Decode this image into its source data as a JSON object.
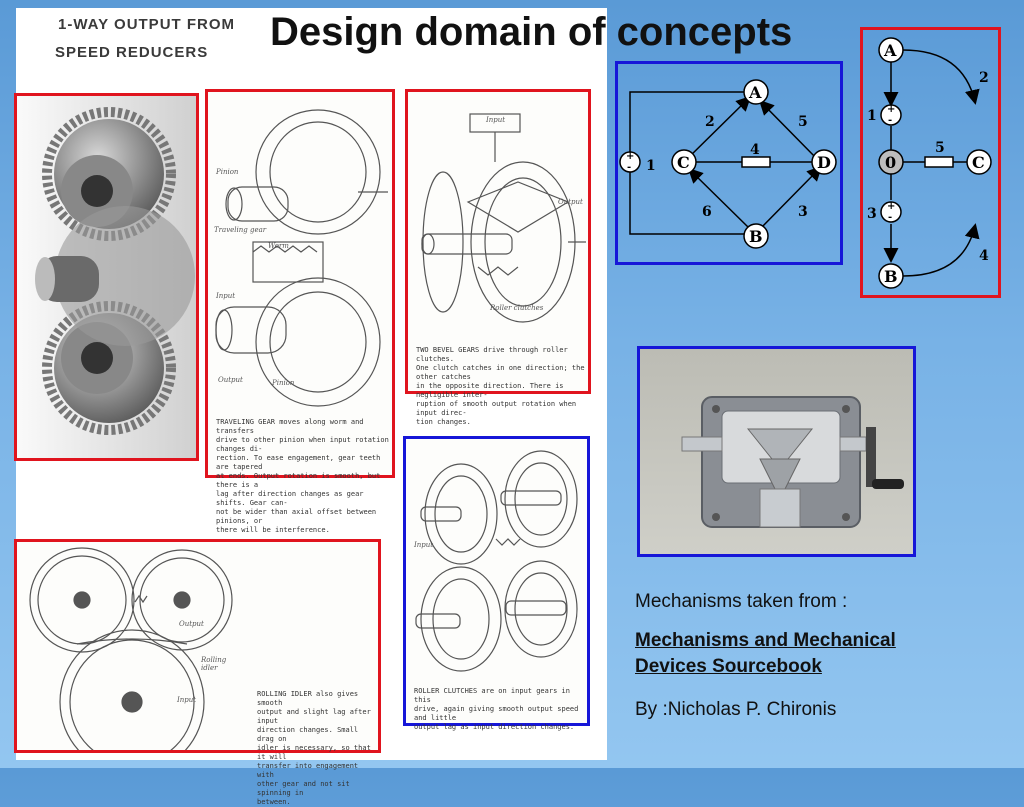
{
  "title": "Design domain of concepts",
  "header_lines": [
    "1-WAY OUTPUT FROM",
    "SPEED REDUCERS"
  ],
  "captions": {
    "traveling_gear": [
      "TRAVELING GEAR moves along worm and transfers",
      "drive to other pinion when input rotation changes di-",
      "rection. To ease engagement, gear teeth are tapered",
      "at ends. Output rotation is smooth, but there is a",
      "lag after direction changes as gear shifts. Gear can-",
      "not be wider than axial offset between pinions, or",
      "there will be interference."
    ],
    "bevel_gears": [
      "TWO BEVEL GEARS drive through roller clutches.",
      "One clutch catches in one direction; the other catches",
      "in the opposite direction. There is negligible inter-",
      "ruption of smooth output rotation when input direc-",
      "tion changes."
    ],
    "rolling_idler": [
      "ROLLING IDLER also gives smooth",
      "output and slight lag after input",
      "direction changes. Small drag on",
      "idler is necessary, so that it will",
      "transfer into engagement with",
      "other gear and not sit spinning in",
      "between."
    ],
    "roller_clutches": [
      "ROLLER CLUTCHES are on input gears in this",
      "drive, again giving smooth output speed and little",
      "output lag as input direction changes."
    ]
  },
  "labels": {
    "pinion": "Pinion",
    "traveling_gear": "Traveling gear",
    "worm": "Worm",
    "input": "Input",
    "output": "Output",
    "roller_clutches": "Roller clutches",
    "rolling_idler": "Rolling idler"
  },
  "graph1": {
    "nodes": [
      "A",
      "B",
      "C",
      "D"
    ],
    "edges": [
      "1",
      "2",
      "3",
      "4",
      "5",
      "6"
    ]
  },
  "graph2": {
    "nodes": [
      "A",
      "B",
      "C",
      "0"
    ],
    "edges": [
      "1",
      "2",
      "3",
      "4",
      "5"
    ]
  },
  "text": {
    "taken_from": "Mechanisms taken from :",
    "book_line1": "Mechanisms and Mechanical",
    "book_line2": "Devices Sourcebook",
    "author": "By :Nicholas P. Chironis"
  },
  "colors": {
    "red_frame": "#e0141e",
    "blue_frame": "#1616d8"
  }
}
